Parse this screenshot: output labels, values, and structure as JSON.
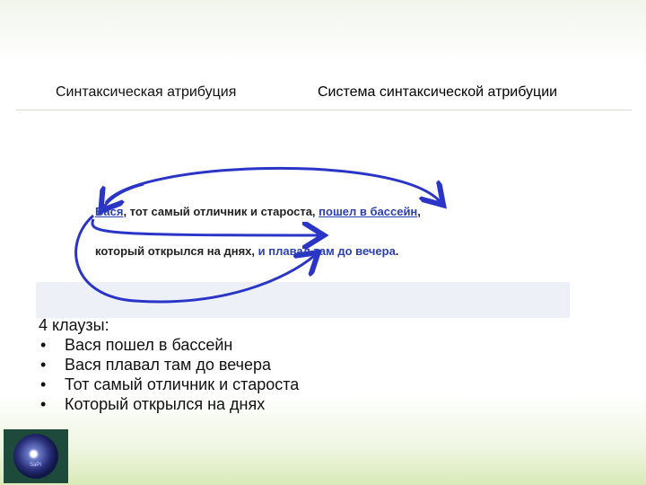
{
  "header": {
    "left_title": "Синтаксическая атрибуция",
    "right_title": "Система синтаксической атрибуции"
  },
  "diagram": {
    "line1": {
      "part1": "Вася",
      "part2": ", тот самый отличник и староста, ",
      "part3": "пошел в бассейн",
      "part4": ","
    },
    "line2": {
      "part1": "который открылся на днях, ",
      "part2": "и плавал там до вечера",
      "part3": "."
    },
    "arrow_color": "#2a35c8"
  },
  "clauses": {
    "heading": "4 клаузы:",
    "bullet": "•",
    "items": [
      "Вася пошел в бассейн",
      "Вася плавал там до вечера",
      "Тот самый отличник и староста",
      "Который открылся на днях"
    ]
  },
  "logo": {
    "text": "SaPI"
  }
}
